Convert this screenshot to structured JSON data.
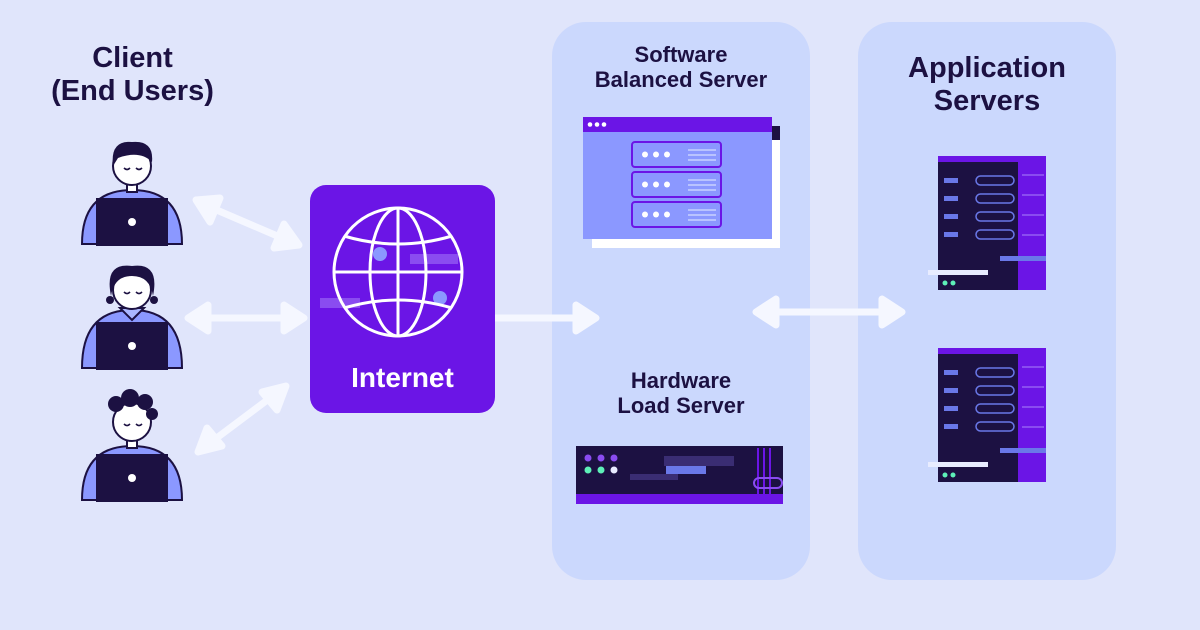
{
  "diagram": {
    "client_title": "Client\n(End Users)",
    "internet_label": "Internet",
    "software_title": "Software\nBalanced Server",
    "hardware_title": "Hardware\nLoad Server",
    "application_title": "Application\nServers"
  },
  "colors": {
    "background": "#e0e5fb",
    "panel": "#cbd8fd",
    "accent": "#6b15e6",
    "accent_light": "#8b98ff",
    "dark": "#1c1142",
    "arrow": "#f5f7ff"
  }
}
